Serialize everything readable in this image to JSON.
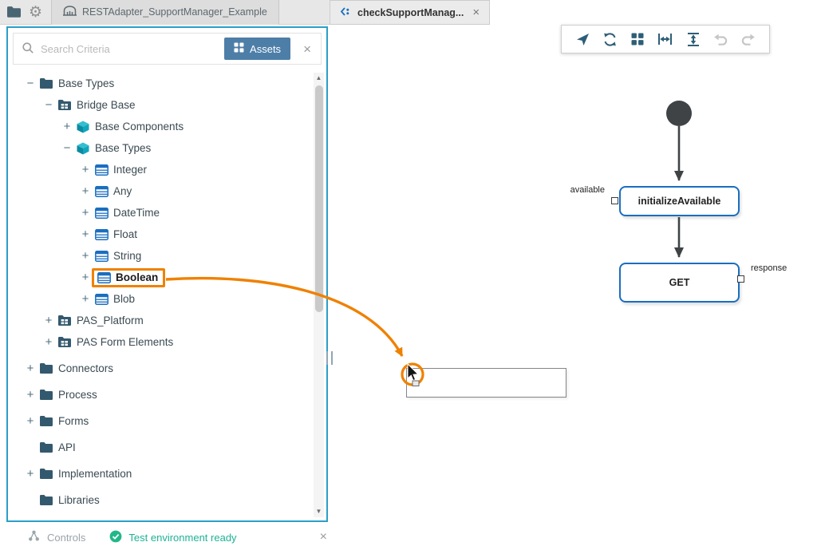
{
  "colors": {
    "accent_orange": "#ef8100",
    "accent_blue": "#1a6ec0",
    "panel_border_blue": "#2b9fc9",
    "package_teal": "#12a5bd",
    "folder_slate": "#33596e",
    "status_green": "#1db394",
    "assets_button_bg": "#4d7ea8",
    "flow_arrow_dark": "#3f4346"
  },
  "top_bar": {
    "project_tab_label": "RESTAdapter_SupportManager_Example"
  },
  "editor_tab": {
    "label": "checkSupportManag...",
    "close": "×"
  },
  "panel": {
    "search_placeholder": "Search Criteria",
    "assets_button_label": "Assets",
    "close": "×",
    "tree": {
      "items": [
        {
          "label": "Base Types",
          "toggle": "−",
          "icon": "folder-icon",
          "level": 0
        },
        {
          "label": "Bridge Base",
          "toggle": "−",
          "icon": "folder-grid-icon",
          "level": 1
        },
        {
          "label": "Base Components",
          "toggle": "+",
          "icon": "package-icon",
          "level": 2
        },
        {
          "label": "Base Types",
          "toggle": "−",
          "icon": "package-icon",
          "level": 2
        },
        {
          "label": "Integer",
          "toggle": "+",
          "icon": "class-icon",
          "level": 3
        },
        {
          "label": "Any",
          "toggle": "+",
          "icon": "class-icon",
          "level": 3
        },
        {
          "label": "DateTime",
          "toggle": "+",
          "icon": "class-icon",
          "level": 3
        },
        {
          "label": "Float",
          "toggle": "+",
          "icon": "class-icon",
          "level": 3
        },
        {
          "label": "String",
          "toggle": "+",
          "icon": "class-icon",
          "level": 3
        },
        {
          "label": "Boolean",
          "toggle": "+",
          "icon": "class-icon",
          "level": 3,
          "highlighted": true
        },
        {
          "label": "Blob",
          "toggle": "+",
          "icon": "class-icon",
          "level": 3
        },
        {
          "label": "PAS_Platform",
          "toggle": "+",
          "icon": "folder-grid-icon",
          "level": 1
        },
        {
          "label": "PAS Form Elements",
          "toggle": "+",
          "icon": "folder-grid-icon",
          "level": 1
        },
        {
          "label": "Connectors",
          "toggle": "+",
          "icon": "folder-icon",
          "level": 0,
          "gap": true
        },
        {
          "label": "Process",
          "toggle": "+",
          "icon": "folder-icon",
          "level": 0,
          "gap": true
        },
        {
          "label": "Forms",
          "toggle": "+",
          "icon": "folder-icon",
          "level": 0,
          "gap": true
        },
        {
          "label": "API",
          "toggle": "",
          "icon": "folder-icon",
          "level": 0,
          "gap": true
        },
        {
          "label": "Implementation",
          "toggle": "+",
          "icon": "folder-icon",
          "level": 0,
          "gap": true
        },
        {
          "label": "Libraries",
          "toggle": "",
          "icon": "folder-icon",
          "level": 0,
          "gap": true
        }
      ]
    }
  },
  "status_bar": {
    "controls_label": "Controls",
    "status_text": "Test environment ready",
    "close": "×"
  },
  "diagram_toolbar": {
    "buttons": [
      {
        "icon": "navigate-icon",
        "enabled": true
      },
      {
        "icon": "refresh-icon",
        "enabled": true
      },
      {
        "icon": "grid-layout-icon",
        "enabled": true
      },
      {
        "icon": "fit-width-icon",
        "enabled": true
      },
      {
        "icon": "fit-height-icon",
        "enabled": true
      },
      {
        "icon": "undo-icon",
        "enabled": false
      },
      {
        "icon": "redo-icon",
        "enabled": false
      }
    ]
  },
  "diagram": {
    "nodes": [
      {
        "label": "initializeAvailable",
        "port_label": "available"
      },
      {
        "label": "GET",
        "port_label": "response"
      }
    ]
  }
}
